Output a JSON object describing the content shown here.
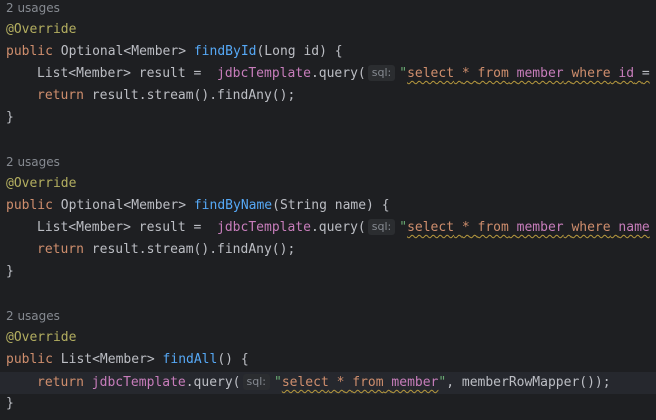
{
  "methods": [
    {
      "usages": "2 usages",
      "annotation": "@Override",
      "sig_kw": "public",
      "sig_type": "Optional<Member>",
      "sig_name": "findById",
      "sig_params": "(Long id) {",
      "body1_type": "List<Member> result =",
      "body1_field": "jdbcTemplate",
      "body1_call": ".query(",
      "body1_hint": "sql:",
      "body1_quote": "\"",
      "sql_kw1": "select",
      "sql_star": "*",
      "sql_kw2": "from",
      "sql_table": "member",
      "sql_kw3": "where",
      "sql_col": "id",
      "sql_op": "=",
      "body2_kw": "return",
      "body2_rest": "result.stream().findAny();",
      "close": "}"
    },
    {
      "usages": "2 usages",
      "annotation": "@Override",
      "sig_kw": "public",
      "sig_type": "Optional<Member>",
      "sig_name": "findByName",
      "sig_params": "(String name) {",
      "body1_type": "List<Member> result =",
      "body1_field": "jdbcTemplate",
      "body1_call": ".query(",
      "body1_hint": "sql:",
      "body1_quote": "\"",
      "sql_kw1": "select",
      "sql_star": "*",
      "sql_kw2": "from",
      "sql_table": "member",
      "sql_kw3": "where",
      "sql_col": "name",
      "body2_kw": "return",
      "body2_rest": "result.stream().findAny();",
      "close": "}"
    },
    {
      "usages": "2 usages",
      "annotation": "@Override",
      "sig_kw": "public",
      "sig_type": "List<Member>",
      "sig_name": "findAll",
      "sig_params": "() {",
      "body_kw": "return",
      "body_field": "jdbcTemplate",
      "body_call": ".query(",
      "body_hint": "sql:",
      "body_quote_open": "\"",
      "sql_kw1": "select",
      "sql_star": "*",
      "sql_kw2": "from",
      "sql_table": "member",
      "body_quote_close": "\"",
      "body_tail": ", memberRowMapper());",
      "close": "}"
    }
  ],
  "colors": {
    "background": "#1e1f22",
    "keyword": "#cf8e6d",
    "method": "#56a8f5",
    "field": "#c77dbb",
    "string": "#6aab73",
    "annotation": "#b3ae60",
    "text": "#bcbec4",
    "hint": "#868a91"
  }
}
